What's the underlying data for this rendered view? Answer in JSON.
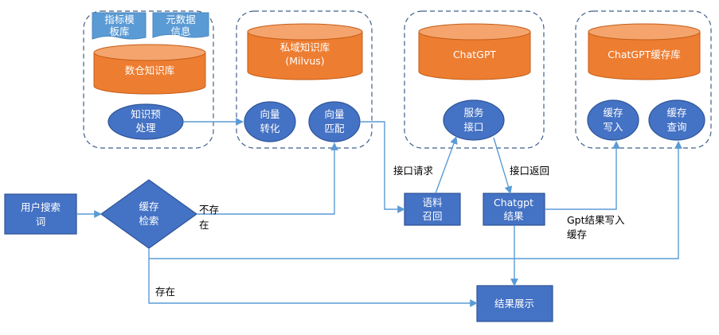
{
  "groups": {
    "data_warehouse": {
      "doc_metric_lib": [
        "指标模",
        "板库"
      ],
      "doc_metadata": [
        "元数据",
        "信息"
      ],
      "cylinder_label": "数仓知识库",
      "node_label": [
        "知识预",
        "处理"
      ]
    },
    "private_kb": {
      "cylinder_label": [
        "私域知识库",
        "(Milvus)"
      ],
      "vector_convert": [
        "向量",
        "转化"
      ],
      "vector_match": [
        "向量",
        "匹配"
      ]
    },
    "chatgpt": {
      "cylinder_label": "ChatGPT",
      "service_api": [
        "服务",
        "接口"
      ]
    },
    "cache_store": {
      "cylinder_label": "ChatGPT缓存库",
      "cache_write": [
        "缓存",
        "写入"
      ],
      "cache_query": [
        "缓存",
        "查询"
      ]
    }
  },
  "nodes": {
    "user_query": [
      "用户搜索",
      "词"
    ],
    "cache_check": [
      "缓存",
      "检索"
    ],
    "corpus_recall": [
      "语料",
      "召回"
    ],
    "chatgpt_result": [
      "Chatgpt",
      "结果"
    ],
    "result_display": "结果展示"
  },
  "edge_labels": {
    "not_exist": [
      "不存",
      "在"
    ],
    "exist": "存在",
    "api_request": "接口请求",
    "api_return": "接口返回",
    "gpt_write_cache": [
      "Gpt结果写入",
      "缓存"
    ]
  },
  "colors": {
    "cylinder": "#ed7d31",
    "node": "#4472c4",
    "document": "#5b9bd5",
    "arrow": "#5b9bd5",
    "group_border": "#3f5f8a"
  }
}
